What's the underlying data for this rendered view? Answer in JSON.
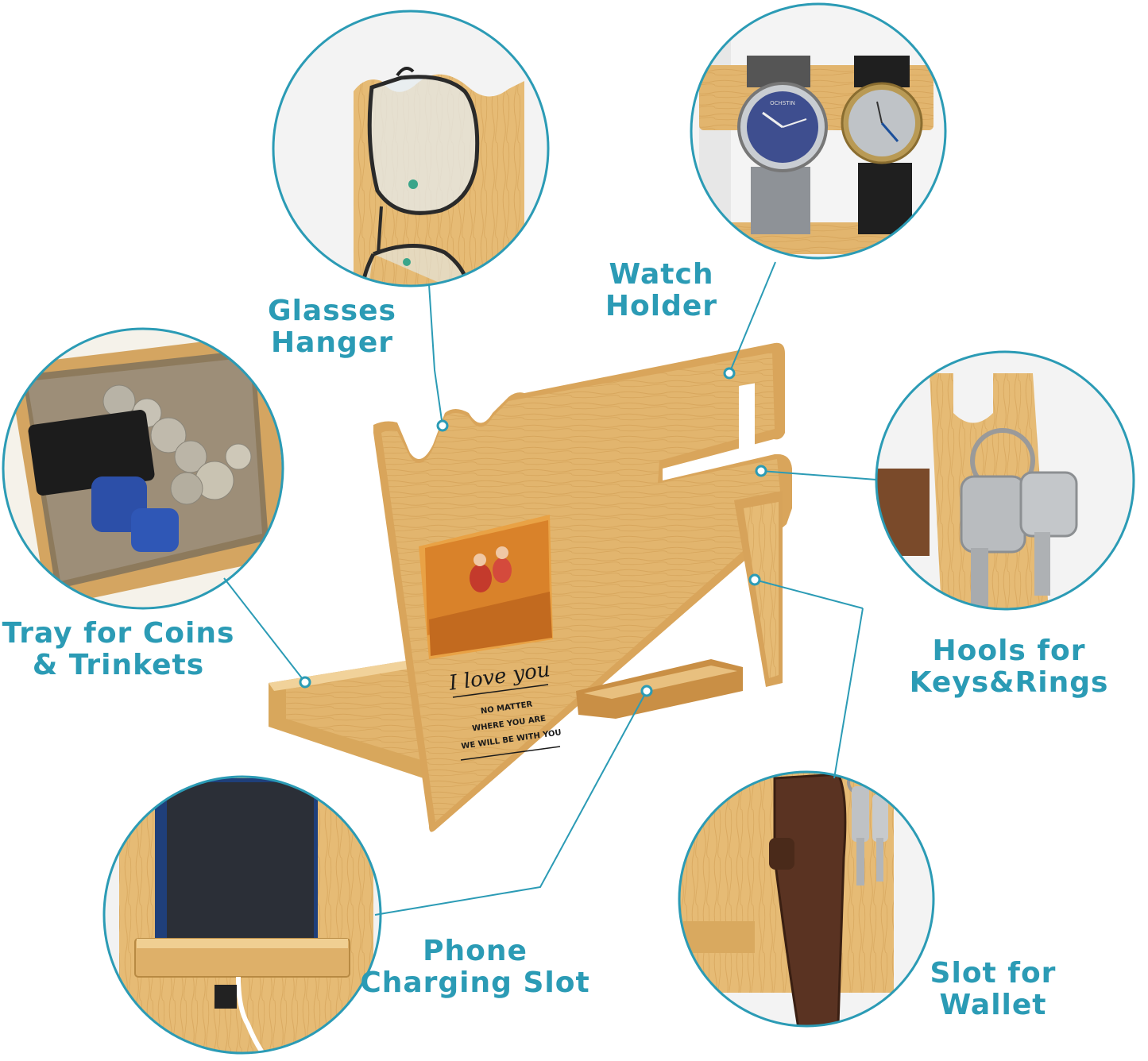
{
  "colors": {
    "accent": "#2b9bb5",
    "bamboo": "#e2b56e",
    "bamboo_dark": "#c99247",
    "bamboo_light": "#f0cf92"
  },
  "labels": {
    "glasses": [
      "Glasses",
      "Hanger"
    ],
    "watch": [
      "Watch",
      "Holder"
    ],
    "tray": [
      "Tray for Coins",
      "& Trinkets"
    ],
    "keys": [
      "Hools for",
      "Keys&Rings"
    ],
    "phone": [
      "Phone",
      "Charging Slot"
    ],
    "wallet": [
      "Slot for",
      "Wallet"
    ]
  },
  "product": {
    "engraving_script": "I love you",
    "engraving_lines": [
      "NO MATTER",
      "WHERE YOU ARE",
      "WE WILL BE WITH YOU"
    ],
    "watch_brand": "OCHSTIN"
  },
  "icons": {
    "glasses": "glasses-icon",
    "watch": "wristwatch-icon",
    "coins": "coin-icon",
    "keys": "key-icon",
    "phone": "smartphone-icon",
    "wallet": "wallet-icon"
  }
}
